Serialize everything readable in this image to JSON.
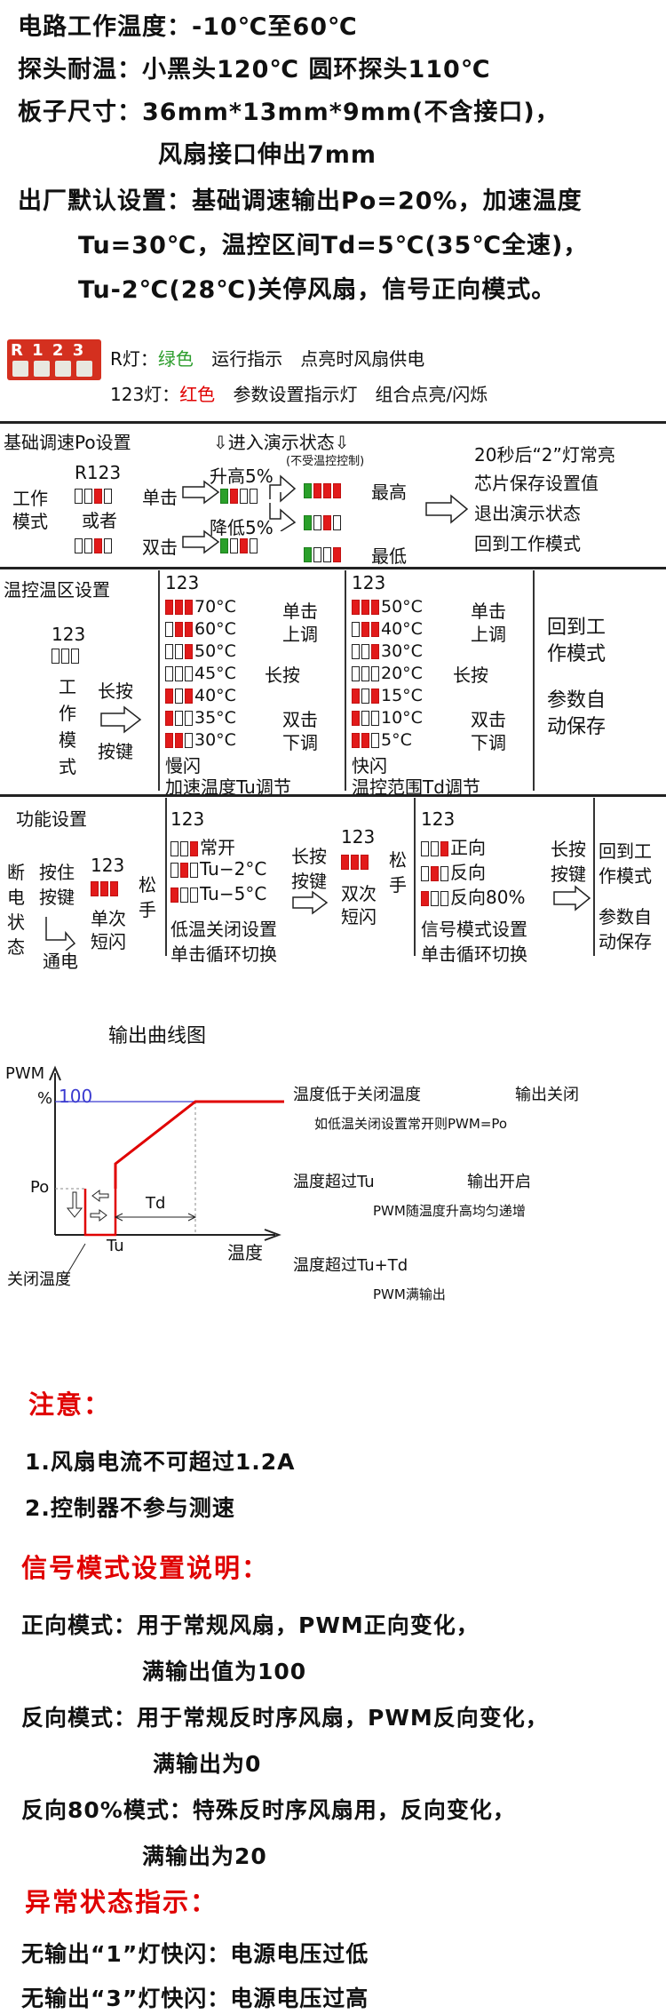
{
  "specs": {
    "line1": "电路工作温度：-10℃至60℃",
    "line2": "探头耐温：小黑头120℃ 圆环探头110℃",
    "line3": "板子尺寸：36mm*13mm*9mm(不含接口)，",
    "line4": "风扇接口伸出7mm",
    "line5": "出厂默认设置：基础调速输出Po=20%，加速温度",
    "line6": "Tu=30℃，温控区间Td=5℃(35℃全速)，",
    "line7": "Tu-2℃(28℃)关停风扇，信号正向模式。"
  },
  "legend": {
    "badge": "R 1 2 3",
    "r_label": "R灯：",
    "r_color": "绿色",
    "r_desc": "运行指示　点亮时风扇供电",
    "n_label": "123灯：",
    "n_color": "红色",
    "n_desc": "参数设置指示灯　组合点亮/闪烁"
  },
  "section1": {
    "title": "基础调速Po设置",
    "enter_demo": "进入演示状态",
    "no_temp": "(不受温控控制)",
    "work_mode": "工作\n模式",
    "r123": "R123",
    "or": "或者",
    "single_click": "单击",
    "double_click": "双击",
    "up5": "升高5%",
    "down5": "降低5%",
    "highest": "最高",
    "lowest": "最低",
    "after20s_1": "20秒后“2”灯常亮",
    "after20s_2": "芯片保存设置值",
    "after20s_3": "退出演示状态",
    "after20s_4": "回到工作模式"
  },
  "section2": {
    "title": "温控温区设置",
    "n123": "123",
    "work_mode_v": "工作模式",
    "long_press": "长按",
    "long_press_key": "按键",
    "tu_head": "123",
    "tu_vals": [
      "70°C",
      "60°C",
      "50°C",
      "45°C",
      "40°C",
      "35°C",
      "30°C"
    ],
    "tu_single": "单击",
    "tu_up": "上调",
    "tu_double": "双击",
    "tu_down": "下调",
    "tu_longpress": "长按",
    "tu_slow": "慢闪",
    "tu_caption": "加速温度Tu调节",
    "td_head": "123",
    "td_vals": [
      "50°C",
      "40°C",
      "30°C",
      "20°C",
      "15°C",
      "10°C",
      "5°C"
    ],
    "td_single": "单击",
    "td_up": "上调",
    "td_double": "双击",
    "td_down": "下调",
    "td_longpress": "长按",
    "td_fast": "快闪",
    "td_caption": "温控范围Td调节",
    "back1": "回到工",
    "back2": "作模式",
    "save1": "参数自",
    "save2": "动保存"
  },
  "section3": {
    "title": "功能设置",
    "power_off": "断电状态",
    "hold1": "按住",
    "hold2": "按键",
    "power_on": "通电",
    "n123": "123",
    "release": "松手",
    "single_flash1": "单次",
    "single_flash2": "短闪",
    "col2_head": "123",
    "always_on": "常开",
    "tu_minus2": "Tu−2°C",
    "tu_minus5": "Tu−5°C",
    "low_temp_caption": "低温关闭设置",
    "cycle_caption": "单击循环切换",
    "long1": "长按",
    "long2": "按键",
    "mid_head": "123",
    "release2": "松手",
    "double_flash1": "双次",
    "double_flash2": "短闪",
    "col3_head": "123",
    "forward": "正向",
    "reverse": "反向",
    "reverse80": "反向80%",
    "signal_caption": "信号模式设置",
    "cycle_caption2": "单击循环切换",
    "long3": "长按",
    "long4": "按键",
    "back1": "回到工",
    "back2": "作模式",
    "save1": "参数自",
    "save2": "动保存"
  },
  "curve": {
    "title": "输出曲线图",
    "pwm": "PWM",
    "pct": "%",
    "v100": "100",
    "po": "Po",
    "td": "Td",
    "tu": "Tu",
    "temp": "温度",
    "close_temp": "关闭温度",
    "d1a": "温度低于关闭温度",
    "d1b": "输出关闭",
    "d1c": "如低温关闭设置常开则PWM=Po",
    "d2a": "温度超过Tu",
    "d2b": "输出开启",
    "d2c": "PWM随温度升高均匀递增",
    "d3a": "温度超过Tu+Td",
    "d3b": "PWM满输出"
  },
  "notes": {
    "attention_title": "注意：",
    "n1": "1.风扇电流不可超过1.2A",
    "n2": "2.控制器不参与测速",
    "signal_title": "信号模式设置说明：",
    "s1a": "正向模式：用于常规风扇，PWM正向变化，",
    "s1b": "满输出值为100",
    "s2a": "反向模式：用于常规反时序风扇，PWM反向变化，",
    "s2b": "满输出为0",
    "s3a": "反向80%模式：特殊反时序风扇用，反向变化，",
    "s3b": "满输出为20",
    "abnormal_title": "异常状态指示：",
    "a1": "无输出“1”灯快闪：电源电压过低",
    "a2": "无输出“3”灯快闪：电源电压过高"
  },
  "colors": {
    "red": "#e00000",
    "green": "#2e9e2e",
    "blue": "#3a3ad0"
  }
}
